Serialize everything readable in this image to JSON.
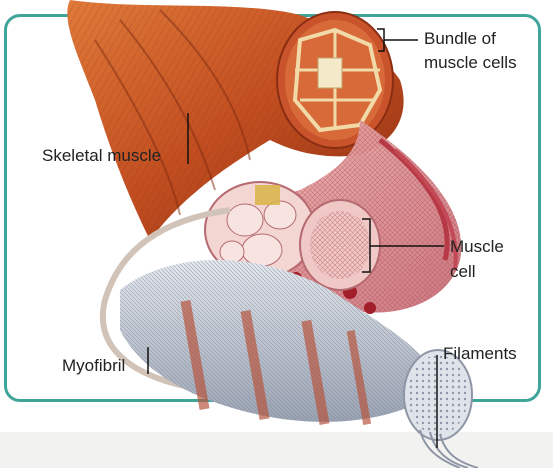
{
  "labels": {
    "bundle_line1": "Bundle of",
    "bundle_line2": "muscle cells",
    "skeletal_muscle": "Skeletal muscle",
    "muscle_cell_line1": "Muscle",
    "muscle_cell_line2": "cell",
    "myofibril": "Myofibril",
    "filaments": "Filaments"
  },
  "colors": {
    "frame": "#3fa59a",
    "muscle": "#c8562a",
    "fascicle": "#d98b8e",
    "myofibril": "#c9ced8",
    "band": "#b7553f"
  }
}
